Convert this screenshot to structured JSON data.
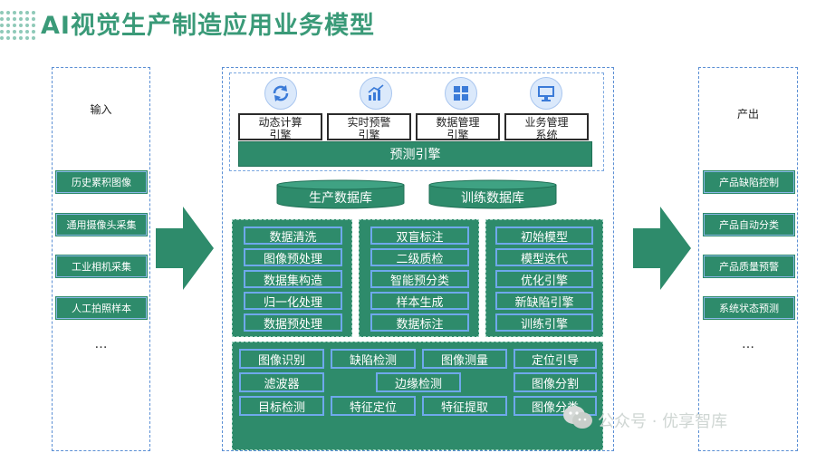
{
  "title": "AI视觉生产制造应用业务模型",
  "input": {
    "heading": "输入",
    "items": [
      "历史累积图像",
      "通用摄像头采集",
      "工业相机采集",
      "人工拍照样本"
    ],
    "more": "…"
  },
  "output": {
    "heading": "产出",
    "items": [
      "产品缺陷控制",
      "产品自动分类",
      "产品质量预警",
      "系统状态预测"
    ],
    "more": "…"
  },
  "engines": [
    {
      "label": "动态计算\n引擎",
      "icon": "refresh-cycle-icon"
    },
    {
      "label": "实时预警\n引擎",
      "icon": "bar-chart-growth-icon"
    },
    {
      "label": "数据管理\n引擎",
      "icon": "grid-blocks-icon"
    },
    {
      "label": "业务管理\n系统",
      "icon": "monitor-icon"
    }
  ],
  "predict_engine": "预测引擎",
  "databases": [
    "生产数据库",
    "训练数据库"
  ],
  "columns": [
    [
      "数据清洗",
      "图像预处理",
      "数据集构造",
      "归一化处理",
      "数据预处理"
    ],
    [
      "双盲标注",
      "二级质检",
      "智能预分类",
      "样本生成",
      "数据标注"
    ],
    [
      "初始模型",
      "模型迭代",
      "优化引擎",
      "新缺陷引擎",
      "训练引擎"
    ]
  ],
  "bottom_rows": [
    [
      "图像识别",
      "缺陷检测",
      "图像测量",
      "定位引导"
    ],
    [
      "滤波器",
      "边缘检测",
      "图像分割"
    ],
    [
      "目标检测",
      "特征定位",
      "特征提取",
      "图像分类"
    ]
  ],
  "watermark": "公众号 · 优享智库",
  "colors": {
    "primary": "#2e8b6b",
    "title": "#3a9a78",
    "dashed_border": "#5b8fd4",
    "cell_border": "#6fa8ec"
  }
}
